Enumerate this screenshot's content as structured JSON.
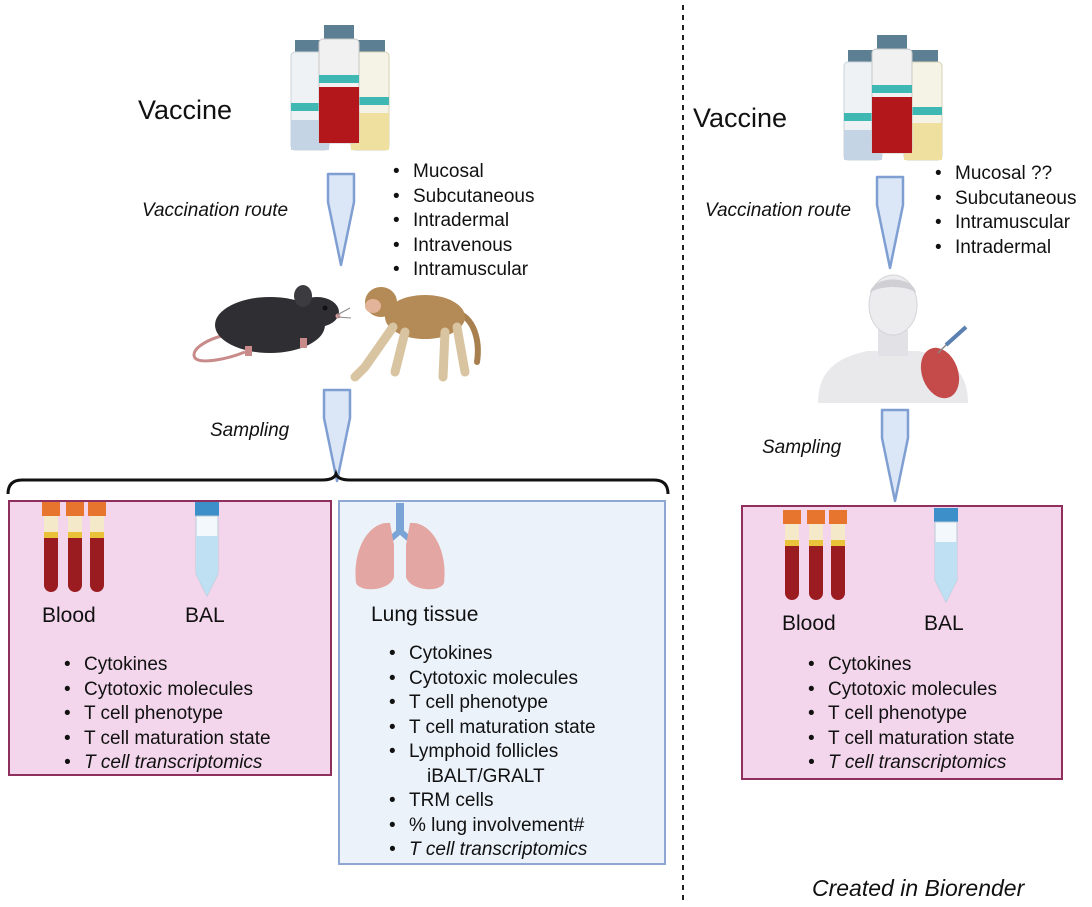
{
  "left": {
    "vaccine_label": "Vaccine",
    "route_label": "Vaccination route",
    "routes": [
      "Mucosal",
      "Subcutaneous",
      "Intradermal",
      "Intravenous",
      "Intramuscular"
    ],
    "sampling_label": "Sampling",
    "pink_box": {
      "blood_label": "Blood",
      "bal_label": "BAL",
      "items": [
        "Cytokines",
        "Cytotoxic molecules",
        "T cell phenotype",
        "T cell maturation state",
        "T cell transcriptomics"
      ]
    },
    "blue_box": {
      "title": "Lung tissue",
      "items": [
        "Cytokines",
        "Cytotoxic molecules",
        "T cell phenotype",
        "T cell maturation state",
        "Lymphoid follicles",
        "iBALT/GRALT",
        "TRM cells",
        "% lung involvement#",
        "T cell transcriptomics"
      ]
    }
  },
  "right": {
    "vaccine_label": "Vaccine",
    "route_label": "Vaccination route",
    "routes": [
      "Mucosal ??",
      "Subcutaneous",
      "Intramuscular",
      "Intradermal"
    ],
    "sampling_label": "Sampling",
    "pink_box": {
      "blood_label": "Blood",
      "bal_label": "BAL",
      "items": [
        "Cytokines",
        "Cytotoxic molecules",
        "T cell phenotype",
        "T cell maturation state",
        "T cell transcriptomics"
      ]
    }
  },
  "credit": "Created in Biorender",
  "colors": {
    "pink_fill": "#f3d6ec",
    "pink_border": "#8e2f5e",
    "blue_fill": "#ebf2fa",
    "blue_border": "#8ea8d3",
    "arrow_fill": "#dbe6f6",
    "arrow_stroke": "#7f9fd3"
  },
  "icons": [
    "vaccine-vials-icon",
    "down-arrow-icon",
    "mouse-icon",
    "monkey-icon",
    "human-shoulder-injection-icon",
    "blood-tubes-icon",
    "bal-tube-icon",
    "lungs-icon",
    "curly-brace-icon"
  ]
}
